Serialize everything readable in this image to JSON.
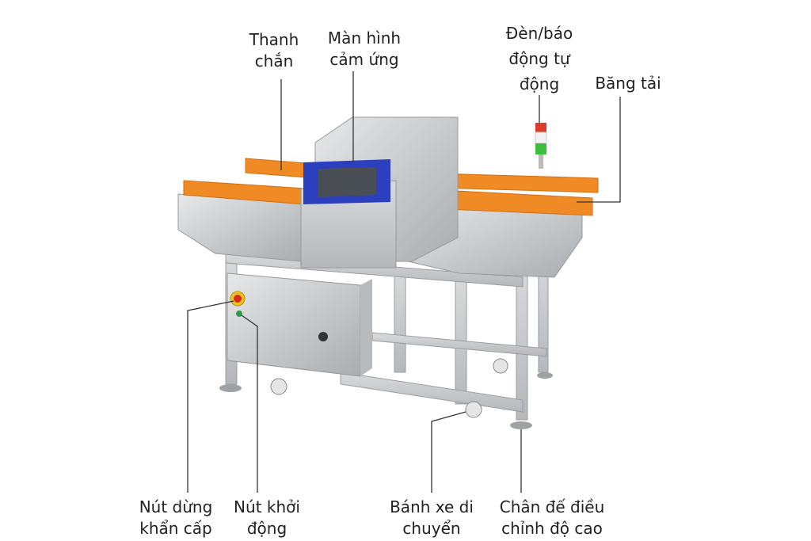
{
  "labels": {
    "barrier": [
      "Thanh",
      "chắn"
    ],
    "touchscreen": [
      "Màn hình",
      "cảm ứng"
    ],
    "alarm_light": [
      "Đèn/báo",
      "động tự",
      "động"
    ],
    "conveyor": [
      "Băng tải"
    ],
    "emergency_stop": [
      "Nút dừng",
      "khẩn cấp"
    ],
    "start_button": [
      "Nút khởi",
      "động"
    ],
    "wheels": [
      "Bánh xe di",
      "chuyển"
    ],
    "adjustable_feet": [
      "Chân đế điều",
      "chỉnh độ cao"
    ]
  },
  "colors": {
    "belt_orange": "#f08a24",
    "steel": "#c9ccce",
    "screen_frame": "#2b3fbf",
    "screen": "#4a4f55",
    "leader_line": "#333333"
  }
}
